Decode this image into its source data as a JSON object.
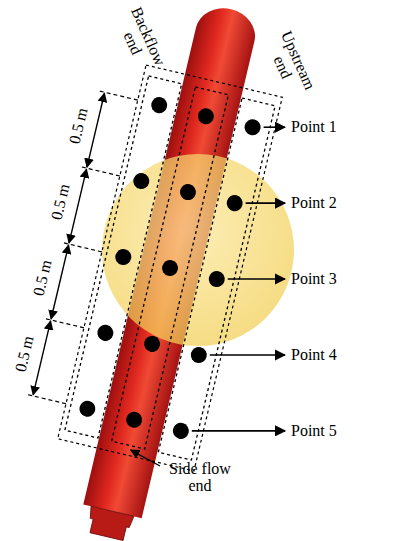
{
  "diagram": {
    "labels": [
      "Backflow end",
      "Upstream end",
      "Point 1",
      "Point 2",
      "Point 3",
      "Point 4",
      "Point 5",
      "Side flow end",
      "0.5 m",
      "0.5 m",
      "0.5 m",
      "0.5 m"
    ]
  }
}
